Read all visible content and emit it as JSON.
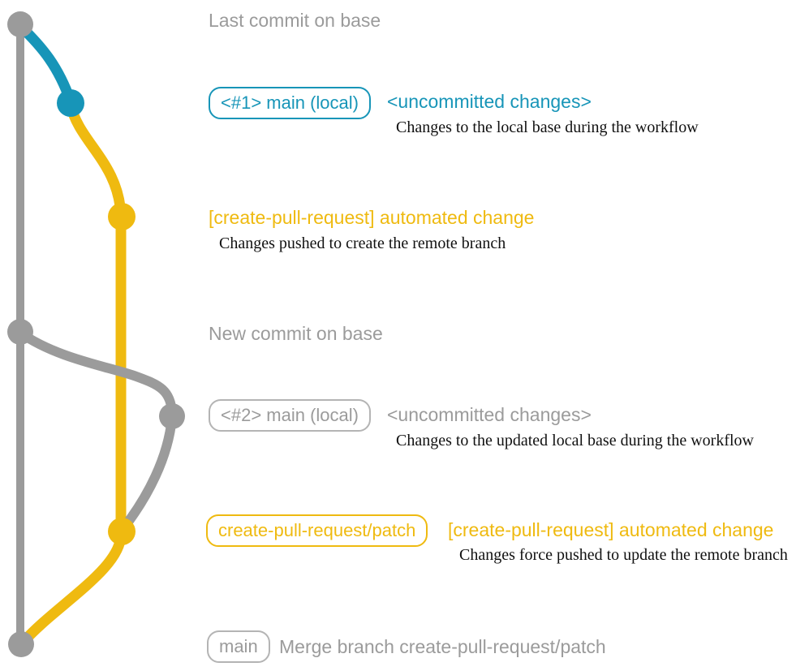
{
  "colors": {
    "base_branch_gray": "#9B9B9B",
    "local_changes_teal": "#1795B8",
    "pull_request_yellow": "#EFBA10",
    "description_black": "#111111",
    "gray_box_border": "#B4B4B4"
  },
  "labels": {
    "last_commit_heading": "Last commit on base",
    "commit1_tag": "<#1> main (local)",
    "commit1_message": "<uncommitted changes>",
    "commit1_description": "Changes to the local base during the workflow",
    "commit2_message": "[create-pull-request] automated change",
    "commit2_description": "Changes pushed to create the remote branch",
    "new_commit_heading": "New commit on base",
    "commit3_tag": "<#2> main (local)",
    "commit3_message": "<uncommitted changes>",
    "commit3_description": "Changes to the updated local base during the workflow",
    "commit4_tag": "create-pull-request/patch",
    "commit4_message": "[create-pull-request] automated change",
    "commit4_description": "Changes force pushed to update the remote branch",
    "merge_tag": "main",
    "merge_message": "Merge branch create-pull-request/patch"
  }
}
